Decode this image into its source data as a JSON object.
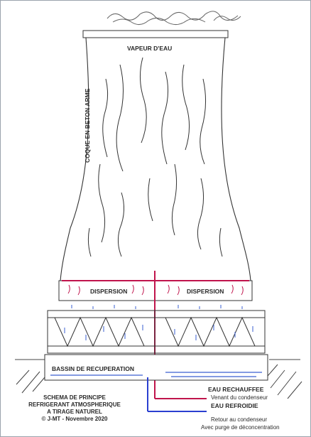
{
  "labels": {
    "vapeur": "VAPEUR D'EAU",
    "coque": "COQUE EN BETON ARME",
    "dispersion_left": "DISPERSION",
    "dispersion_right": "DISPERSION",
    "bassin": "BASSIN DE RECUPERATION",
    "eau_rechauffee": "EAU RECHAUFFEE",
    "venant": "Venant du condenseur",
    "eau_refroidie": "EAU REFROIDIE",
    "retour": "Retour au condenseur",
    "purge": "Avec purge de déconcentration"
  },
  "legend": {
    "line1": "SCHEMA DE PRINCIPE",
    "line2": "REFRIGERANT ATMOSPHERIQUE",
    "line3": "A TIRAGE NATUREL",
    "line4": "© J-MT - Novembre 2020"
  },
  "colors": {
    "hot_water": "#c0144c",
    "cold_water": "#2a3fd0",
    "water_drops": "#3a5fd0",
    "ink": "#333333"
  }
}
